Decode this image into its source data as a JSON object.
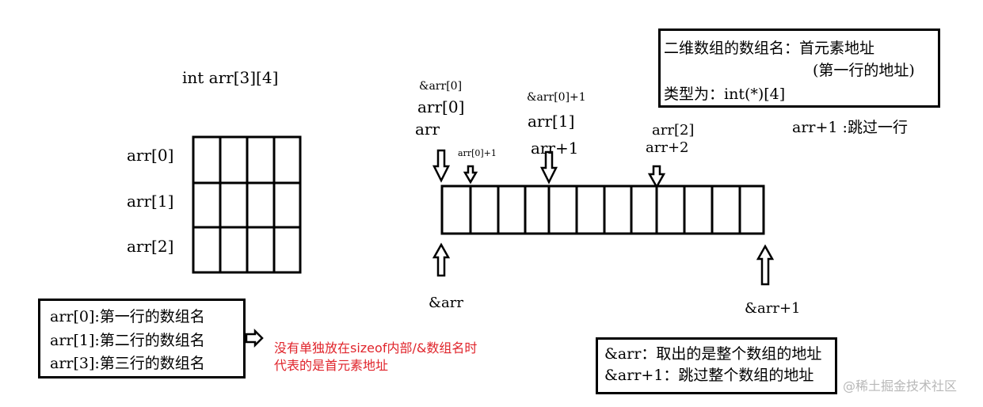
{
  "declaration": "int arr[3][4]",
  "grid_rows": {
    "row0": "arr[0]",
    "row1": "arr[1]",
    "row2": "arr[2]"
  },
  "left_note": {
    "line1": "arr[0]:第一行的数组名",
    "line2": "arr[1]:第二行的数组名",
    "line3": "arr[3]:第三行的数组名"
  },
  "red_note": {
    "line1": "没有单独放在sizeof内部/&数组名时",
    "line2": "代表的是首元素地址"
  },
  "pointers": {
    "addr_arr0": "&arr[0]",
    "arr0": "arr[0]",
    "arr": "arr",
    "arr0_plus1": "arr[0]+1",
    "addr_arr0_plus1": "&arr[0]+1",
    "arr1": "arr[1]",
    "arr_plus1": "arr+1",
    "arr2": "arr[2]",
    "arr_plus2": "arr+2",
    "addr_arr": "&arr",
    "addr_arr_plus1": "&arr+1"
  },
  "top_note": {
    "line1": "二维数组的数组名：首元素地址",
    "line2": "(第一行的地址)",
    "line3": "类型为：int(*)[4]"
  },
  "skip_row_note": "arr+1 :跳过一行",
  "bottom_note": {
    "line1": "&arr：取出的是整个数组的地址",
    "line2": "&arr+1：跳过整个数组的地址"
  },
  "watermark": "@稀土掘金技术社区"
}
